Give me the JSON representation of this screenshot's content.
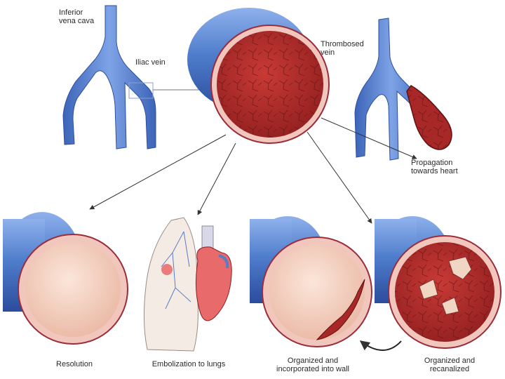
{
  "labels": {
    "inferior_vena_cava": "Inferior\nvena cava",
    "iliac_vein": "Iliac vein",
    "thrombosed_vein": "Thrombosed\nvein",
    "propagation": "Propagation\ntowards heart",
    "resolution": "Resolution",
    "embolization": "Embolization to lungs",
    "organized_incorporated": "Organized and\nincorporated into wall",
    "organized_recanalized": "Organized and\nrecanalized"
  },
  "colors": {
    "vein_blue": "#5a86cf",
    "vein_dark": "#2d4f9e",
    "wall_pink": "#f3c9c0",
    "wall_edge": "#9b2d3a",
    "thrombus": "#b42c2c",
    "thrombus_dark": "#6e1414",
    "lumen": "#f6d4c4",
    "lung_fill": "#f4ece6",
    "heart": "#e86a6a",
    "arrow": "#333333"
  }
}
